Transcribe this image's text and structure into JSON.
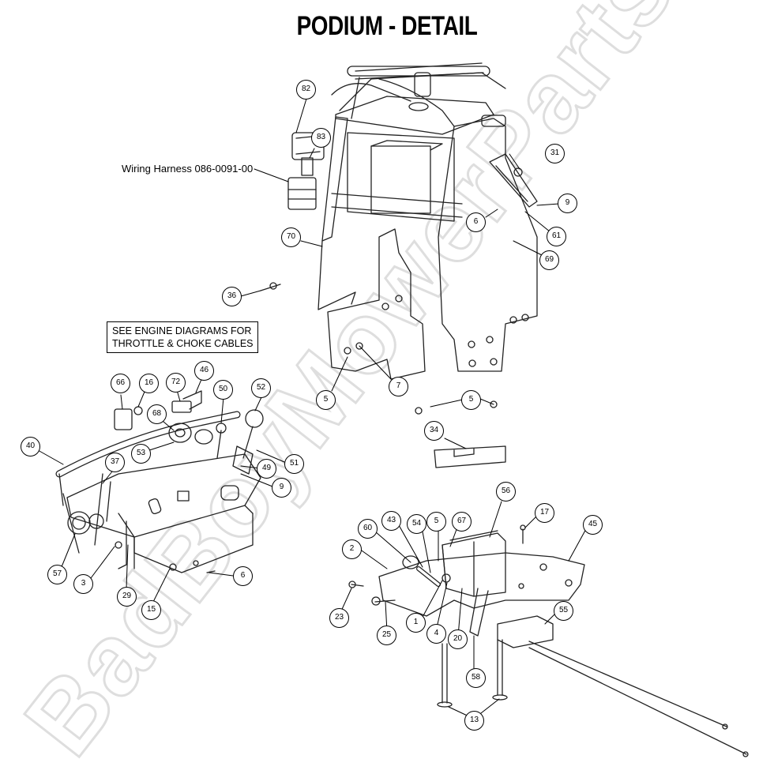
{
  "title": "PODIUM - DETAIL",
  "note": {
    "line1": "SEE ENGINE DIAGRAMS FOR",
    "line2": "THROTTLE & CHOKE CABLES"
  },
  "harness_label": "Wiring Harness 086-0091-00",
  "watermark": "BadBoyMowerParts.com",
  "colors": {
    "line": "#222222",
    "callout_border": "#000000",
    "watermark": "#e6e6e6",
    "background": "#ffffff"
  },
  "callouts": {
    "c82": "82",
    "c83": "83",
    "c31": "31",
    "c9a": "9",
    "c6a": "6",
    "c61": "61",
    "c69": "69",
    "c70": "70",
    "c36": "36",
    "c5a": "5",
    "c7": "7",
    "c5b": "5",
    "c34": "34",
    "c66": "66",
    "c16": "16",
    "c72": "72",
    "c46": "46",
    "c50": "50",
    "c52": "52",
    "c68": "68",
    "c40": "40",
    "c37": "37",
    "c53": "53",
    "c51": "51",
    "c49": "49",
    "c9b": "9",
    "c57": "57",
    "c3": "3",
    "c29": "29",
    "c15": "15",
    "c6b": "6",
    "c56": "56",
    "c17": "17",
    "c45": "45",
    "c60": "60",
    "c43": "43",
    "c54": "54",
    "c5c": "5",
    "c67": "67",
    "c2": "2",
    "c23": "23",
    "c25": "25",
    "c1": "1",
    "c4": "4",
    "c20": "20",
    "c55": "55",
    "c58": "58",
    "c13": "13"
  }
}
